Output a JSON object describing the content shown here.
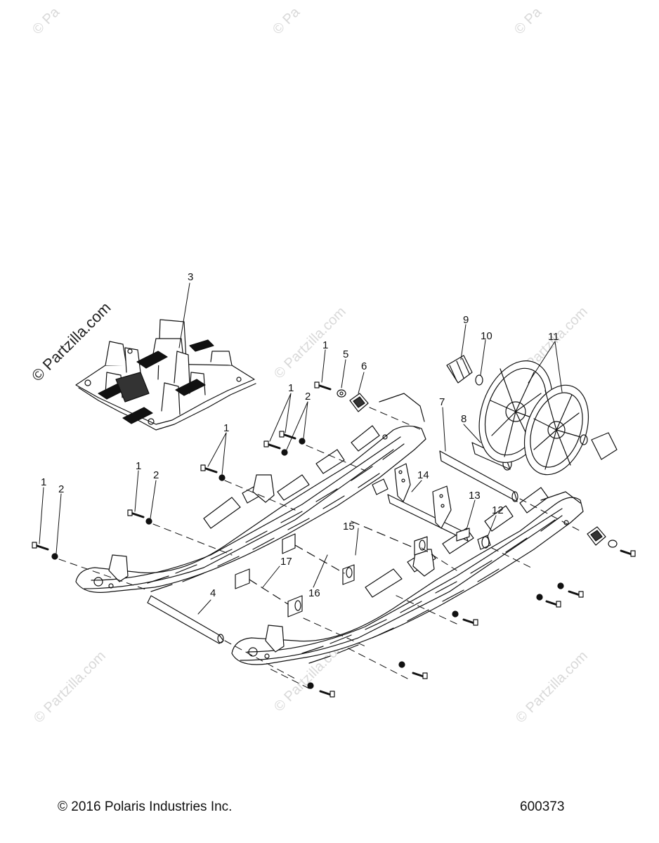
{
  "watermark": {
    "short": "© Pa",
    "full": "© Partzilla.com"
  },
  "callouts": {
    "c1": "1",
    "c2": "2",
    "c3": "3",
    "c4": "4",
    "c5": "5",
    "c6": "6",
    "c7": "7",
    "c8": "8",
    "c9": "9",
    "c10": "10",
    "c11": "11",
    "c12": "12",
    "c13": "13",
    "c14": "14",
    "c15": "15",
    "c16": "16",
    "c17": "17"
  },
  "footer": {
    "copyright": "© 2016 Polaris Industries Inc.",
    "diagram_number": "600373"
  }
}
